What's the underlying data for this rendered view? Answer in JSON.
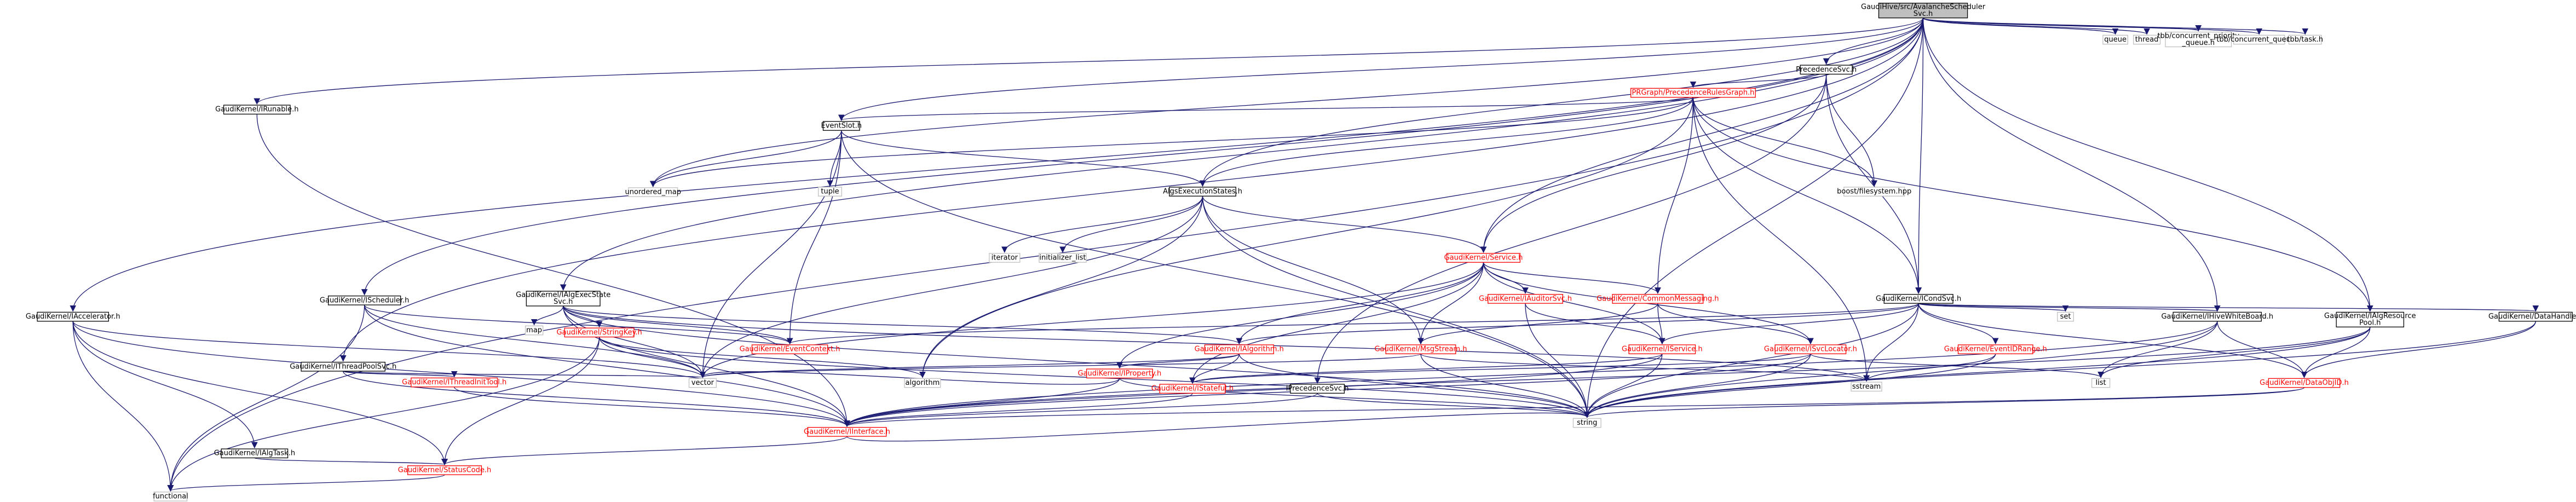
{
  "colors": {
    "edge": "#191970",
    "node_border_gray": "#c0c0c0",
    "node_border_black": "#000000",
    "node_border_red": "#ff0000",
    "root_fill": "#bfbfbf",
    "text_black": "#000000",
    "text_red": "#ff0000"
  },
  "nodes": [
    {
      "id": "root",
      "lines": [
        "GaudiHive/src/AvalancheScheduler",
        "Svc.h"
      ],
      "style": "root"
    },
    {
      "id": "precsvc",
      "lines": [
        "PrecedenceSvc.h"
      ],
      "style": "black"
    },
    {
      "id": "prgraph",
      "lines": [
        "PRGraph/PrecedenceRulesGraph.h"
      ],
      "style": "red"
    },
    {
      "id": "runable",
      "lines": [
        "GaudiKernel/IRunable.h"
      ],
      "style": "black"
    },
    {
      "id": "eventslot",
      "lines": [
        "EventSlot.h"
      ],
      "style": "black"
    },
    {
      "id": "umap",
      "lines": [
        "unordered_map"
      ],
      "style": "gray"
    },
    {
      "id": "tuple",
      "lines": [
        "tuple"
      ],
      "style": "gray"
    },
    {
      "id": "algexec",
      "lines": [
        "AlgsExecutionStates.h"
      ],
      "style": "black"
    },
    {
      "id": "boostfs",
      "lines": [
        "boost/filesystem.hpp"
      ],
      "style": "gray"
    },
    {
      "id": "queue",
      "lines": [
        "queue"
      ],
      "style": "gray"
    },
    {
      "id": "thread",
      "lines": [
        "thread"
      ],
      "style": "gray"
    },
    {
      "id": "tbbprio",
      "lines": [
        "tbb/concurrent_priority",
        "_queue.h"
      ],
      "style": "gray"
    },
    {
      "id": "tbbqueue",
      "lines": [
        "tbb/concurrent_queue.h"
      ],
      "style": "gray"
    },
    {
      "id": "tbbtask",
      "lines": [
        "tbb/task.h"
      ],
      "style": "gray"
    },
    {
      "id": "iterator",
      "lines": [
        "iterator"
      ],
      "style": "gray"
    },
    {
      "id": "initlist",
      "lines": [
        "initializer_list"
      ],
      "style": "gray"
    },
    {
      "id": "service",
      "lines": [
        "GaudiKernel/Service.h"
      ],
      "style": "red"
    },
    {
      "id": "iaccel",
      "lines": [
        "GaudiKernel/IAccelerator.h"
      ],
      "style": "black"
    },
    {
      "id": "ischeduler",
      "lines": [
        "GaudiKernel/IScheduler.h"
      ],
      "style": "black"
    },
    {
      "id": "ialgexecsvc",
      "lines": [
        "GaudiKernel/IAlgExecState",
        "Svc.h"
      ],
      "style": "black"
    },
    {
      "id": "iauditorsvc",
      "lines": [
        "GaudiKernel/IAuditorSvc.h"
      ],
      "style": "red"
    },
    {
      "id": "commonmsg",
      "lines": [
        "GaudiKernel/CommonMessaging.h"
      ],
      "style": "red"
    },
    {
      "id": "icondsvc",
      "lines": [
        "GaudiKernel/ICondSvc.h"
      ],
      "style": "black"
    },
    {
      "id": "set",
      "lines": [
        "set"
      ],
      "style": "gray"
    },
    {
      "id": "ihiveboard",
      "lines": [
        "GaudiKernel/IHiveWhiteBoard.h"
      ],
      "style": "black"
    },
    {
      "id": "ialgrespool",
      "lines": [
        "GaudiKernel/IAlgResource",
        "Pool.h"
      ],
      "style": "black"
    },
    {
      "id": "datahandle",
      "lines": [
        "GaudiKernel/DataHandle.h"
      ],
      "style": "black"
    },
    {
      "id": "map",
      "lines": [
        "map"
      ],
      "style": "gray"
    },
    {
      "id": "stringkey",
      "lines": [
        "GaudiKernel/StringKey.h"
      ],
      "style": "red"
    },
    {
      "id": "eventctx",
      "lines": [
        "GaudiKernel/EventContext.h"
      ],
      "style": "red"
    },
    {
      "id": "ialgorithm",
      "lines": [
        "GaudiKernel/IAlgorithm.h"
      ],
      "style": "red"
    },
    {
      "id": "msgstream",
      "lines": [
        "GaudiKernel/MsgStream.h"
      ],
      "style": "red"
    },
    {
      "id": "iservice",
      "lines": [
        "GaudiKernel/IService.h"
      ],
      "style": "red"
    },
    {
      "id": "isvclocator",
      "lines": [
        "GaudiKernel/ISvcLocator.h"
      ],
      "style": "red"
    },
    {
      "id": "eventidrange",
      "lines": [
        "GaudiKernel/EventIDRange.h"
      ],
      "style": "red"
    },
    {
      "id": "ithreadpool",
      "lines": [
        "GaudiKernel/IThreadPoolSvc.h"
      ],
      "style": "black"
    },
    {
      "id": "ithreadinit",
      "lines": [
        "GaudiKernel/IThreadInitTool.h"
      ],
      "style": "red"
    },
    {
      "id": "iproperty",
      "lines": [
        "GaudiKernel/IProperty.h"
      ],
      "style": "red"
    },
    {
      "id": "istateful",
      "lines": [
        "GaudiKernel/IStateful.h"
      ],
      "style": "red"
    },
    {
      "id": "iprecsvc",
      "lines": [
        "IPrecedenceSvc.h"
      ],
      "style": "black"
    },
    {
      "id": "vector",
      "lines": [
        "vector"
      ],
      "style": "gray"
    },
    {
      "id": "algorithm",
      "lines": [
        "algorithm"
      ],
      "style": "gray"
    },
    {
      "id": "sstream",
      "lines": [
        "sstream"
      ],
      "style": "gray"
    },
    {
      "id": "list",
      "lines": [
        "list"
      ],
      "style": "gray"
    },
    {
      "id": "dataobjid",
      "lines": [
        "GaudiKernel/DataObjID.h"
      ],
      "style": "red"
    },
    {
      "id": "ialgtask",
      "lines": [
        "GaudiKernel/IAlgTask.h"
      ],
      "style": "black"
    },
    {
      "id": "iinterface",
      "lines": [
        "GaudiKernel/IInterface.h"
      ],
      "style": "red"
    },
    {
      "id": "string",
      "lines": [
        "string"
      ],
      "style": "gray"
    },
    {
      "id": "statuscode",
      "lines": [
        "GaudiKernel/StatusCode.h"
      ],
      "style": "red"
    },
    {
      "id": "functional",
      "lines": [
        "functional"
      ],
      "style": "gray"
    }
  ],
  "edges": [
    [
      "root",
      "precsvc"
    ],
    [
      "root",
      "runable"
    ],
    [
      "root",
      "eventslot"
    ],
    [
      "root",
      "algexec"
    ],
    [
      "root",
      "umap"
    ],
    [
      "root",
      "queue"
    ],
    [
      "root",
      "thread"
    ],
    [
      "root",
      "tbbprio"
    ],
    [
      "root",
      "tbbqueue"
    ],
    [
      "root",
      "tbbtask"
    ],
    [
      "root",
      "service"
    ],
    [
      "root",
      "iaccel"
    ],
    [
      "root",
      "ischeduler"
    ],
    [
      "root",
      "ialgexecsvc"
    ],
    [
      "root",
      "icondsvc"
    ],
    [
      "root",
      "ihiveboard"
    ],
    [
      "root",
      "ialgrespool"
    ],
    [
      "root",
      "ithreadpool"
    ],
    [
      "root",
      "functional"
    ],
    [
      "root",
      "string"
    ],
    [
      "precsvc",
      "prgraph"
    ],
    [
      "precsvc",
      "boostfs"
    ],
    [
      "precsvc",
      "service"
    ],
    [
      "precsvc",
      "iprecsvc"
    ],
    [
      "precsvc",
      "icondsvc"
    ],
    [
      "prgraph",
      "eventslot"
    ],
    [
      "prgraph",
      "algexec"
    ],
    [
      "prgraph",
      "umap"
    ],
    [
      "prgraph",
      "boostfs"
    ],
    [
      "prgraph",
      "commonmsg"
    ],
    [
      "prgraph",
      "icondsvc"
    ],
    [
      "prgraph",
      "ialgrespool"
    ],
    [
      "prgraph",
      "sstream"
    ],
    [
      "prgraph",
      "algorithm"
    ],
    [
      "runable",
      "iinterface"
    ],
    [
      "eventslot",
      "umap"
    ],
    [
      "eventslot",
      "tuple"
    ],
    [
      "eventslot",
      "algexec"
    ],
    [
      "eventslot",
      "vector"
    ],
    [
      "eventslot",
      "eventctx"
    ],
    [
      "eventslot",
      "string"
    ],
    [
      "algexec",
      "iterator"
    ],
    [
      "algexec",
      "initlist"
    ],
    [
      "algexec",
      "service"
    ],
    [
      "algexec",
      "msgstream"
    ],
    [
      "algexec",
      "vector"
    ],
    [
      "algexec",
      "algorithm"
    ],
    [
      "algexec",
      "string"
    ],
    [
      "service",
      "iauditorsvc"
    ],
    [
      "service",
      "commonmsg"
    ],
    [
      "service",
      "iservice"
    ],
    [
      "service",
      "isvclocator"
    ],
    [
      "service",
      "iproperty"
    ],
    [
      "service",
      "istateful"
    ],
    [
      "service",
      "ialgorithm"
    ],
    [
      "service",
      "vector"
    ],
    [
      "service",
      "msgstream"
    ],
    [
      "iaccel",
      "ialgtask"
    ],
    [
      "iaccel",
      "functional"
    ],
    [
      "iaccel",
      "iinterface"
    ],
    [
      "iaccel",
      "vector"
    ],
    [
      "iaccel",
      "statuscode"
    ],
    [
      "ischeduler",
      "functional"
    ],
    [
      "ischeduler",
      "vector"
    ],
    [
      "ischeduler",
      "iinterface"
    ],
    [
      "ischeduler",
      "eventctx"
    ],
    [
      "ialgexecsvc",
      "map"
    ],
    [
      "ialgexecsvc",
      "stringkey"
    ],
    [
      "ialgexecsvc",
      "eventctx"
    ],
    [
      "ialgexecsvc",
      "ialgorithm"
    ],
    [
      "ialgexecsvc",
      "iinterface"
    ],
    [
      "ialgexecsvc",
      "vector"
    ],
    [
      "ialgexecsvc",
      "string"
    ],
    [
      "ialgexecsvc",
      "sstream"
    ],
    [
      "iauditorsvc",
      "iservice"
    ],
    [
      "iauditorsvc",
      "string"
    ],
    [
      "commonmsg",
      "iservice"
    ],
    [
      "commonmsg",
      "isvclocator"
    ],
    [
      "commonmsg",
      "msgstream"
    ],
    [
      "icondsvc",
      "eventidrange"
    ],
    [
      "icondsvc",
      "iservice"
    ],
    [
      "icondsvc",
      "ialgorithm"
    ],
    [
      "icondsvc",
      "set"
    ],
    [
      "icondsvc",
      "sstream"
    ],
    [
      "icondsvc",
      "eventctx"
    ],
    [
      "icondsvc",
      "string"
    ],
    [
      "icondsvc",
      "ihiveboard"
    ],
    [
      "icondsvc",
      "dataobjid"
    ],
    [
      "icondsvc",
      "datahandle"
    ],
    [
      "ihiveboard",
      "iinterface"
    ],
    [
      "ihiveboard",
      "dataobjid"
    ],
    [
      "ihiveboard",
      "list"
    ],
    [
      "ihiveboard",
      "string"
    ],
    [
      "ialgrespool",
      "dataobjid"
    ],
    [
      "ialgrespool",
      "iinterface"
    ],
    [
      "ialgrespool",
      "string"
    ],
    [
      "ialgrespool",
      "list"
    ],
    [
      "datahandle",
      "dataobjid"
    ],
    [
      "datahandle",
      "string"
    ],
    [
      "stringkey",
      "vector"
    ],
    [
      "stringkey",
      "string"
    ],
    [
      "stringkey",
      "algorithm"
    ],
    [
      "stringkey",
      "statuscode"
    ],
    [
      "stringkey",
      "functional"
    ],
    [
      "ialgorithm",
      "istateful"
    ],
    [
      "ialgorithm",
      "string"
    ],
    [
      "ialgorithm",
      "vector"
    ],
    [
      "ialgorithm",
      "iproperty"
    ],
    [
      "msgstream",
      "string"
    ],
    [
      "msgstream",
      "sstream"
    ],
    [
      "msgstream",
      "vector"
    ],
    [
      "iservice",
      "istateful"
    ],
    [
      "iservice",
      "string"
    ],
    [
      "iservice",
      "iinterface"
    ],
    [
      "isvclocator",
      "list"
    ],
    [
      "isvclocator",
      "string"
    ],
    [
      "isvclocator",
      "iinterface"
    ],
    [
      "isvclocator",
      "istateful"
    ],
    [
      "eventidrange",
      "sstream"
    ],
    [
      "eventidrange",
      "string"
    ],
    [
      "ithreadpool",
      "ithreadinit"
    ],
    [
      "ithreadpool",
      "vector"
    ],
    [
      "ithreadpool",
      "iinterface"
    ],
    [
      "ithreadinit",
      "iinterface"
    ],
    [
      "iproperty",
      "iinterface"
    ],
    [
      "iproperty",
      "string"
    ],
    [
      "iproperty",
      "vector"
    ],
    [
      "istateful",
      "iinterface"
    ],
    [
      "iprecsvc",
      "iinterface"
    ],
    [
      "iprecsvc",
      "string"
    ],
    [
      "dataobjid",
      "string"
    ],
    [
      "dataobjid",
      "iinterface"
    ],
    [
      "ialgtask",
      "statuscode"
    ],
    [
      "iinterface",
      "statuscode"
    ],
    [
      "iinterface",
      "string"
    ],
    [
      "statuscode",
      "functional"
    ]
  ]
}
